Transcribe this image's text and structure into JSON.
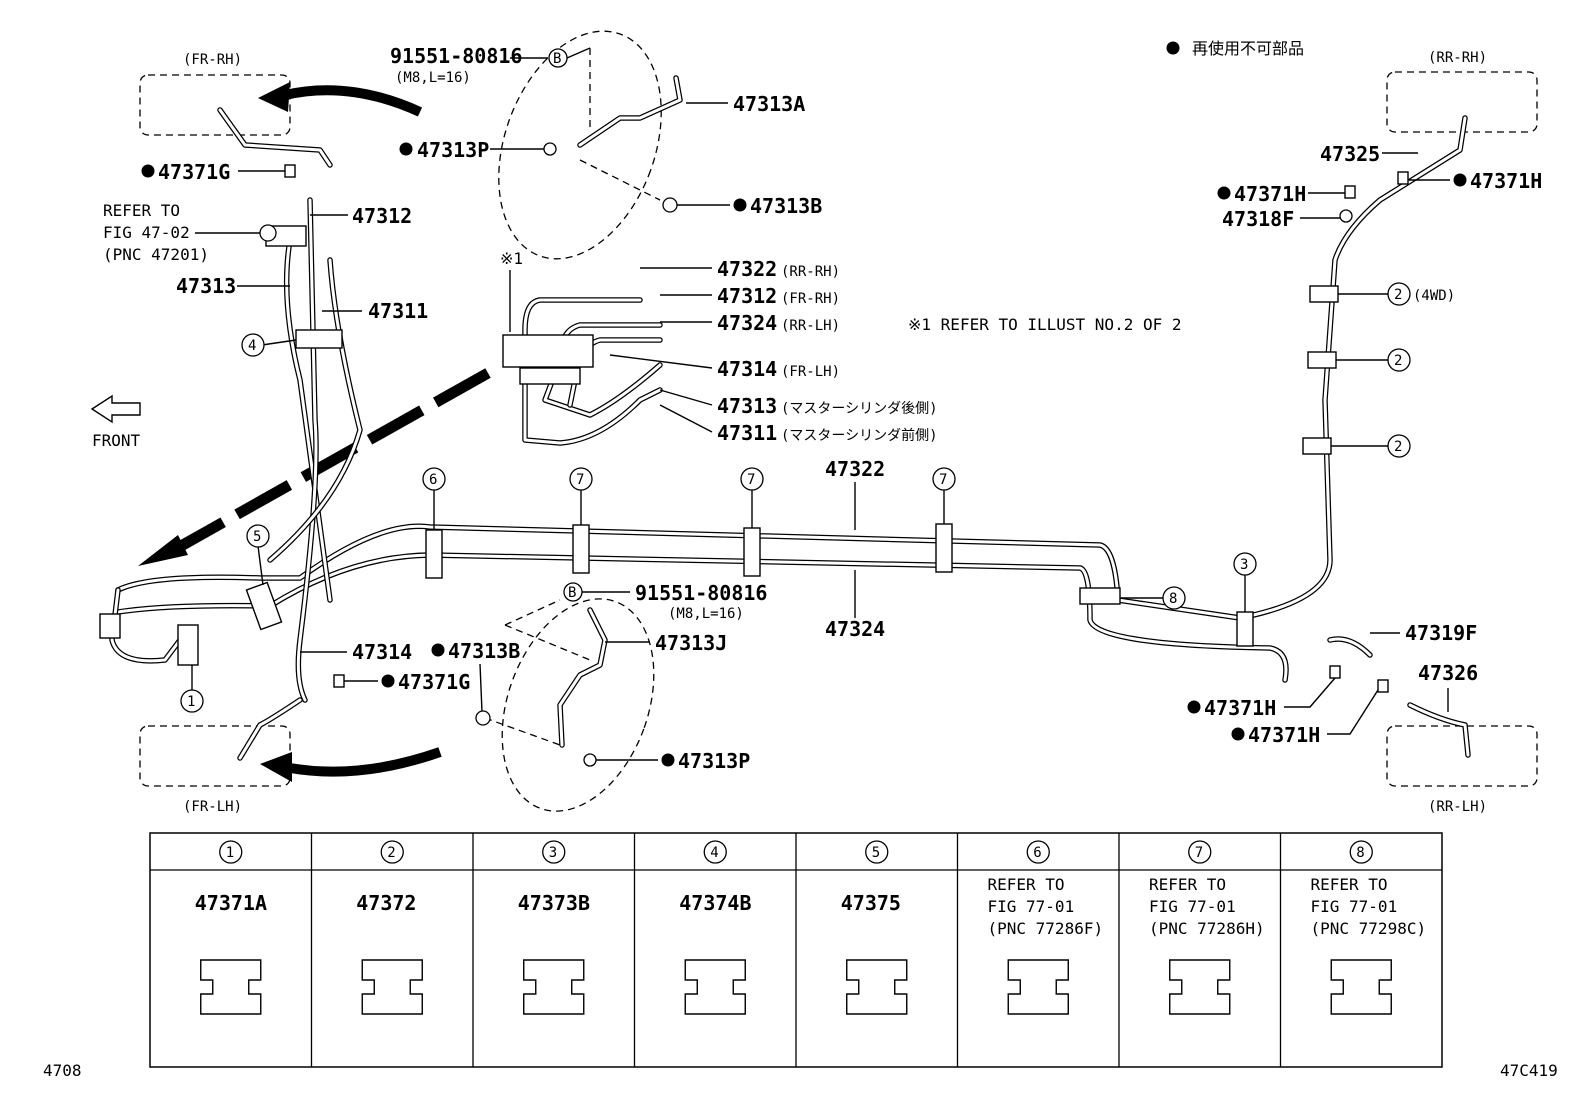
{
  "diagram": {
    "legend_text": "再使用不可部品",
    "note_ref": "※1  REFER TO ILLUST NO.2 OF 2",
    "note_mark": "※1",
    "front_label": "FRONT",
    "doc_id_left": "4708",
    "doc_id_right": "47C419",
    "corners": {
      "fr_rh": "(FR-RH)",
      "fr_lh": "(FR-LH)",
      "rr_rh": "(RR-RH)",
      "rr_lh": "(RR-LH)"
    },
    "labels": {
      "p91551_top": "91551-80816",
      "p91551_top_sub": "(M8,L=16)",
      "p91551_bot": "91551-80816",
      "p91551_bot_sub": "(M8,L=16)",
      "b_mark": "B",
      "p47313A": "47313A",
      "p47313P_top": "47313P",
      "p47313B_top": "47313B",
      "p47371G_top": "47371G",
      "p47312": "47312",
      "refer_1": "REFER TO",
      "refer_2": "FIG 47-02",
      "refer_3": "(PNC 47201)",
      "p47313": "47313",
      "p47311": "47311",
      "d47322": "47322",
      "d47322_sub": "(RR-RH)",
      "d47312": "47312",
      "d47312_sub": "(FR-RH)",
      "d47324": "47324",
      "d47324_sub": "(RR-LH)",
      "d47314": "47314",
      "d47314_sub": "(FR-LH)",
      "d47313": "47313",
      "d47313_sub": "(マスターシリンダ後側)",
      "d47311": "47311",
      "d47311_sub": "(マスターシリンダ前側)",
      "p47322": "47322",
      "p47324": "47324",
      "p47314": "47314",
      "p47313B_bot": "47313B",
      "p47371G_bot": "47371G",
      "p47313J": "47313J",
      "p47313P_bot": "47313P",
      "p47325": "47325",
      "p47371H_a": "47371H",
      "p47371H_b": "47371H",
      "p47318F": "47318F",
      "c2_4wd": "(4WD)",
      "p47319F": "47319F",
      "p47326": "47326",
      "p47371H_c": "47371H",
      "p47371H_d": "47371H"
    },
    "callouts": {
      "n1": "1",
      "n2": "2",
      "n3": "3",
      "n4": "4",
      "n5": "5",
      "n6": "6",
      "n7": "7",
      "n8": "8"
    },
    "table": [
      {
        "num": "1",
        "lines": [
          "47371A"
        ]
      },
      {
        "num": "2",
        "lines": [
          "47372"
        ]
      },
      {
        "num": "3",
        "lines": [
          "47373B"
        ]
      },
      {
        "num": "4",
        "lines": [
          "47374B"
        ]
      },
      {
        "num": "5",
        "lines": [
          "47375"
        ]
      },
      {
        "num": "6",
        "lines": [
          "REFER TO",
          "FIG 77-01",
          "(PNC 77286F)"
        ]
      },
      {
        "num": "7",
        "lines": [
          "REFER TO",
          "FIG 77-01",
          "(PNC 77286H)"
        ]
      },
      {
        "num": "8",
        "lines": [
          "REFER TO",
          "FIG 77-01",
          "(PNC 77298C)"
        ]
      }
    ]
  }
}
